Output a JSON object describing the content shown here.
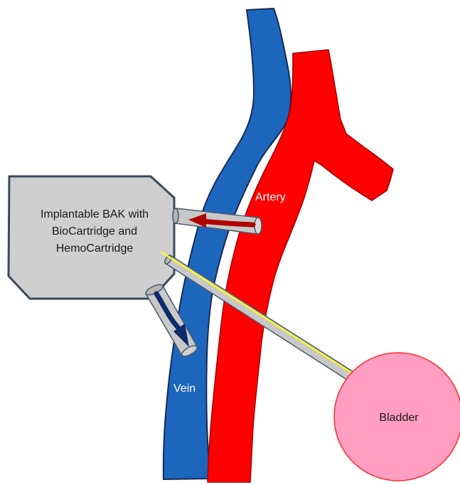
{
  "labels": {
    "artery": "Artery",
    "vein": "Vein",
    "bladder": "Bladder",
    "device_lines": [
      "Implantable BAK with",
      "BioCartridge and",
      "HemoCartridge"
    ]
  },
  "colors": {
    "vein": "#1c66be",
    "vein_outline": "#1a2a55",
    "artery": "#ff0000",
    "artery_outline": "#a00000",
    "device": "#cfcfcf",
    "device_outline": "#3a4a5a",
    "tube": "#c8c8c8",
    "tube_outline": "#4a5a6a",
    "arterial_flow_arrow": "#b00000",
    "venous_flow_arrow": "#0d2a6b",
    "urine_flow_arrow": "#ffff00",
    "bladder": "#ff9ec0",
    "bladder_outline": "#ff2a2a"
  }
}
